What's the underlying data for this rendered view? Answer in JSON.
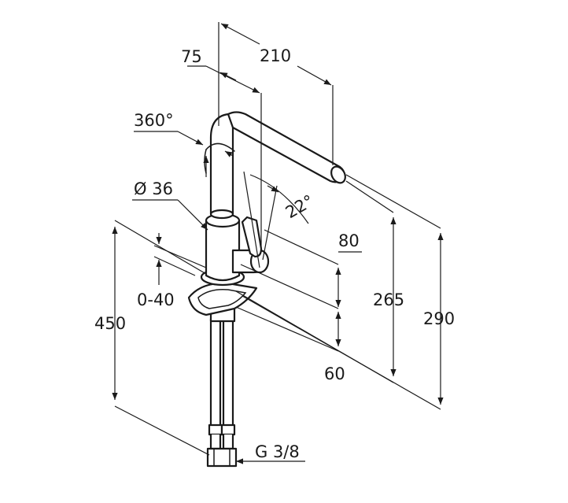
{
  "dimensions": {
    "spout_reach": "210",
    "spout_offset": "75",
    "swivel_angle": "360°",
    "body_diameter": "Ø 36",
    "lever_angle": "22°",
    "lever_height": "80",
    "deck_thickness": "0-40",
    "spout_height": "265",
    "overall_height": "290",
    "hose_length": "450",
    "base_height": "60",
    "connection_thread": "G 3/8"
  }
}
